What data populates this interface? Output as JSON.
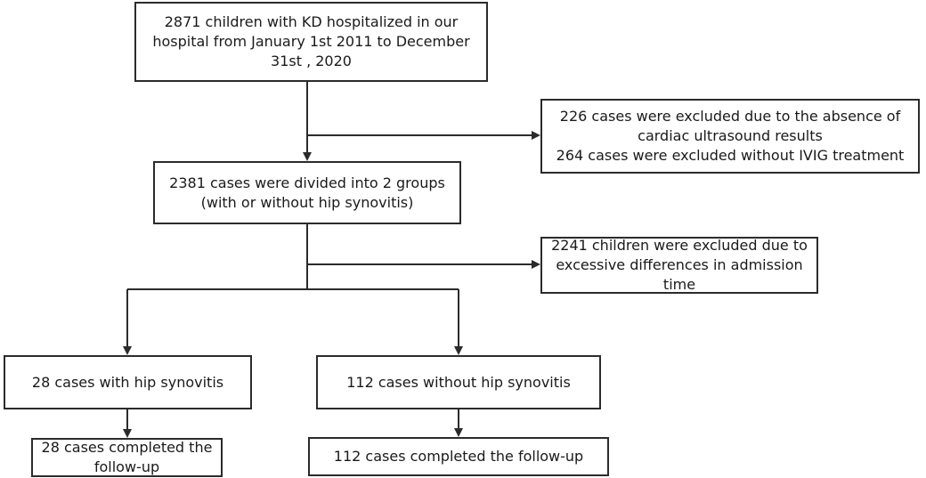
{
  "flowchart": {
    "boxes": {
      "start": [
        "2871 children with KD  hospitalized in our",
        "hospital from January 1st 2011 to December",
        "31st , 2020"
      ],
      "exclusion_1": [
        "226 cases were excluded due to the absence of",
        "cardiac ultrasound results",
        "264 cases were excluded without IVIG treatment"
      ],
      "groups": [
        "2381 cases were divided into 2 groups",
        "(with or without hip synovitis)"
      ],
      "exclusion_2": [
        "2241 children were excluded due to",
        "excessive differences in admission",
        "time"
      ],
      "with_synovitis": [
        "28 cases  with hip synovitis"
      ],
      "without_synovitis": [
        "112 cases without hip synovitis"
      ],
      "with_followup": [
        "28 cases completed the",
        "follow-up"
      ],
      "without_followup": [
        "112 cases completed the follow-up"
      ]
    }
  }
}
